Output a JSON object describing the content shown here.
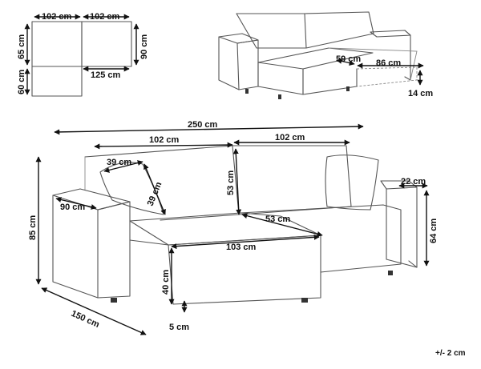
{
  "top_plan": {
    "width_left": "102 cm",
    "width_right": "102 cm",
    "depth_back": "65 cm",
    "depth_chaise": "60 cm",
    "depth_total": "90 cm",
    "width_bottom": "125 cm"
  },
  "front_view": {
    "chaise_width": "59 cm",
    "seat_width": "86 cm",
    "leg_height": "14 cm"
  },
  "main_view": {
    "total_width": "250 cm",
    "module_left": "102 cm",
    "module_right": "102 cm",
    "cushion_width": "39 cm",
    "cushion_height": "39 cm",
    "backrest_height": "53 cm",
    "seat_depth": "53 cm",
    "armrest_width_left": "90 cm",
    "armrest_width_right": "22 cm",
    "armrest_height": "64 cm",
    "total_height": "85 cm",
    "chaise_length": "103 cm",
    "seat_height": "40 cm",
    "total_depth": "150 cm",
    "leg_height": "5 cm"
  },
  "tolerance": "+/- 2 cm"
}
